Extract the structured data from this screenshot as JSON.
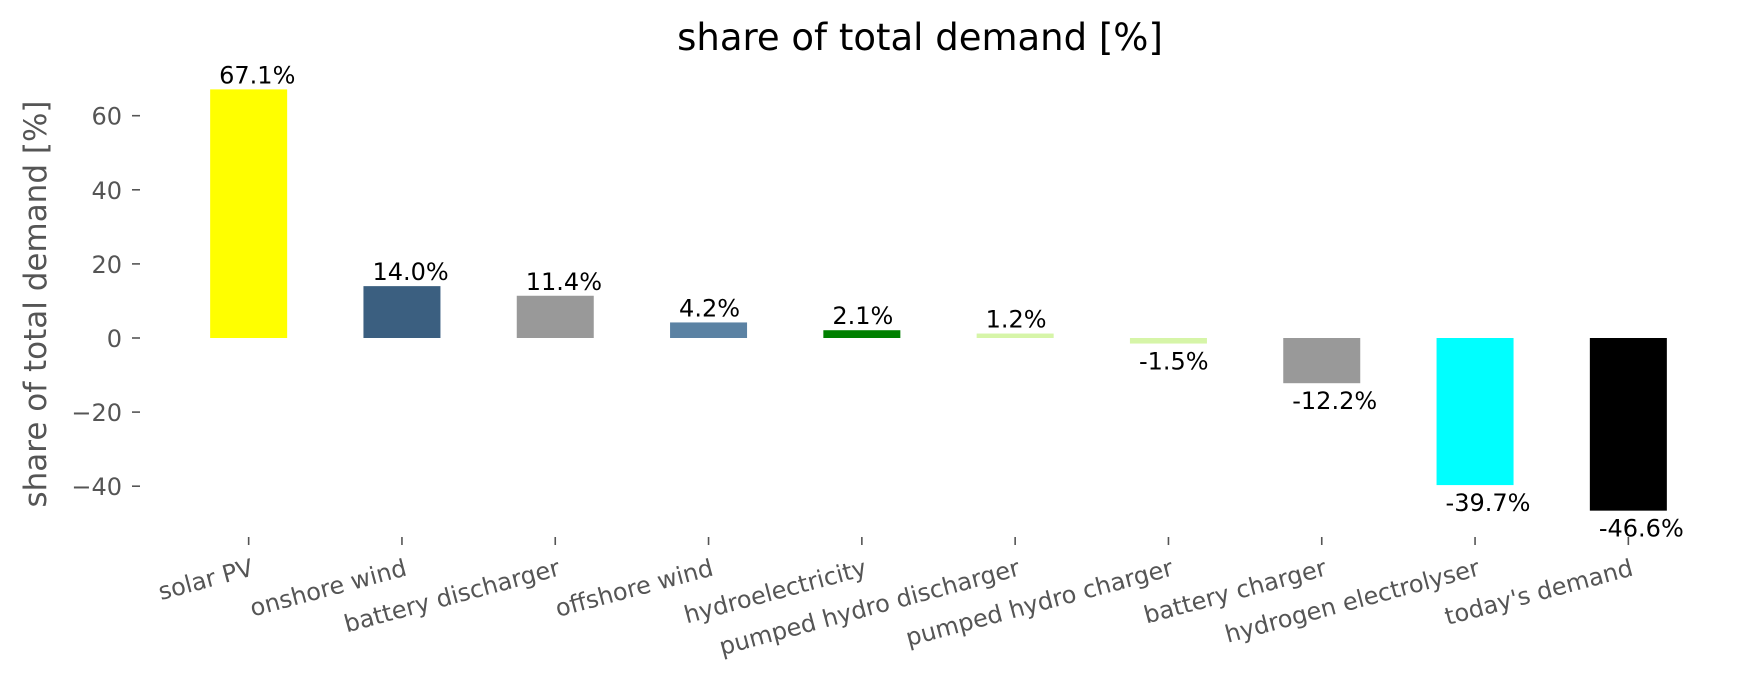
{
  "chart_data": {
    "type": "bar",
    "title": "share of total demand [%]",
    "xlabel": "",
    "ylabel": "share of total demand [%]",
    "ylim": [
      -52,
      70
    ],
    "yticks": [
      60,
      40,
      20,
      0,
      -20,
      -40
    ],
    "ytick_labels": [
      "60",
      "40",
      "20",
      "0",
      "−20",
      "−40"
    ],
    "grid": false,
    "categories": [
      "solar PV",
      "onshore wind",
      "battery discharger",
      "offshore wind",
      "hydroelectricity",
      "pumped hydro discharger",
      "pumped hydro charger",
      "battery charger",
      "hydrogen electrolyser",
      "today's demand"
    ],
    "values": [
      67.1,
      14.0,
      11.4,
      4.2,
      2.1,
      1.2,
      -1.5,
      -12.2,
      -39.7,
      -46.6
    ],
    "value_labels": [
      "67.1%",
      "14.0%",
      "11.4%",
      "4.2%",
      "2.1%",
      "1.2%",
      "-1.5%",
      "-12.2%",
      "-39.7%",
      "-46.6%"
    ],
    "colors": [
      "#ffff00",
      "#3b5f80",
      "#999999",
      "#5b82a3",
      "#008000",
      "#d6f5a8",
      "#d6f5a8",
      "#999999",
      "#00ffff",
      "#000000"
    ]
  }
}
